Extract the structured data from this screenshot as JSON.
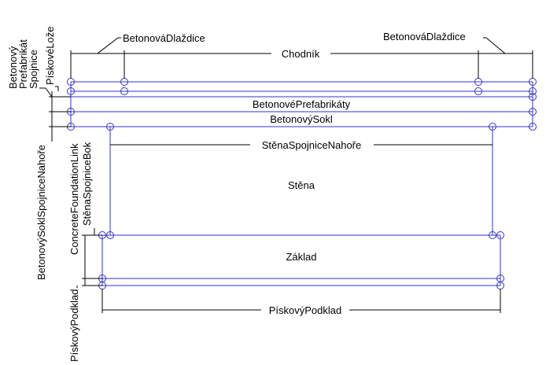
{
  "colors": {
    "profile": "#3333cc",
    "dimension": "#000000",
    "background": "#ffffff"
  },
  "labels": {
    "betonova_dlazdice_left": "BetonováDlaždice",
    "betonova_dlazdice_right": "BetonováDlaždice",
    "chodnik": "Chodník",
    "betonove_prefabrikaty": "BetonovéPrefabrikáty",
    "betonovy_sokl": "BetonovýSokl",
    "stena_spojnice_nahore": "StěnaSpojniceNahoře",
    "stena": "Stěna",
    "zaklad": "Základ",
    "piskovy_podklad": "PískovýPodklad",
    "betonovy_prefabrikat_spojnice": [
      "Betonový",
      "Prefabrikát",
      "Spojnice"
    ],
    "piskove_loze": "PískovéLože",
    "betonovy_sokl_spojnice_nahore": "BetonovýSoklSpojniceNahoře",
    "concrete_foundation_link": "ConcreteFoundationLink",
    "stena_spojnice_bok": "StěnaSpojniceBok",
    "piskovy_podklad_vertical": "PískovýPodklad"
  }
}
